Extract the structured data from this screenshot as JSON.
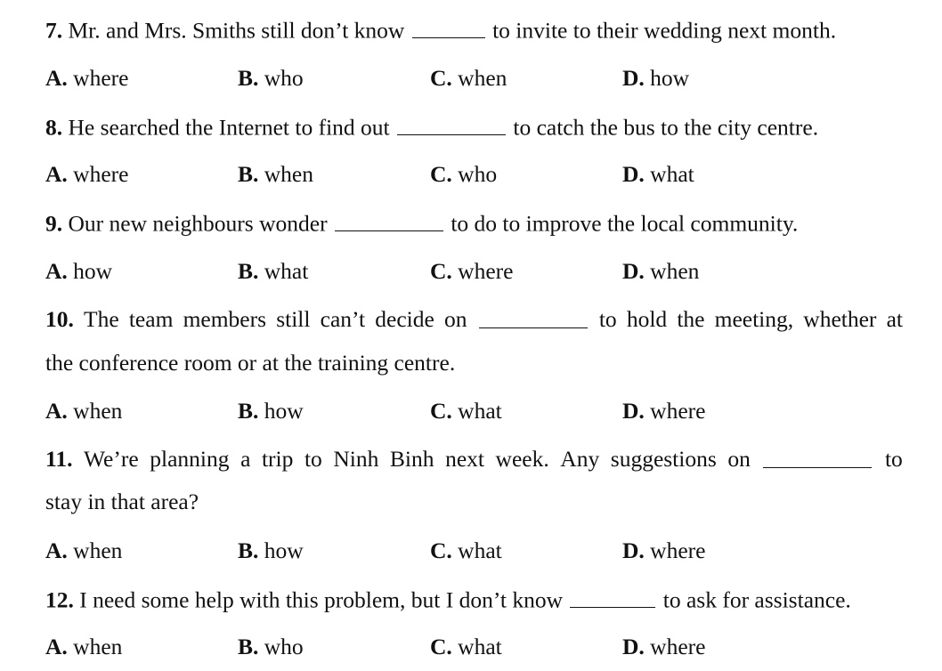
{
  "questions": [
    {
      "number": "7.",
      "before": "Mr. and Mrs. Smiths still don’t know",
      "after": "to invite to their wedding next month.",
      "options": [
        {
          "letter": "A.",
          "text": "where"
        },
        {
          "letter": "B.",
          "text": "who"
        },
        {
          "letter": "C.",
          "text": "when"
        },
        {
          "letter": "D.",
          "text": "how"
        }
      ]
    },
    {
      "number": "8.",
      "before": "He searched the Internet to find out",
      "after": "to catch the bus to the city centre.",
      "options": [
        {
          "letter": "A.",
          "text": "where"
        },
        {
          "letter": "B.",
          "text": "when"
        },
        {
          "letter": "C.",
          "text": "who"
        },
        {
          "letter": "D.",
          "text": "what"
        }
      ]
    },
    {
      "number": "9.",
      "before": "Our new neighbours wonder",
      "after": "to do to improve the local community.",
      "options": [
        {
          "letter": "A.",
          "text": "how"
        },
        {
          "letter": "B.",
          "text": "what"
        },
        {
          "letter": "C.",
          "text": "where"
        },
        {
          "letter": "D.",
          "text": "when"
        }
      ]
    },
    {
      "number": "10.",
      "words_before": [
        "The",
        "team",
        "members",
        "still",
        "can’t",
        "decide",
        "on"
      ],
      "words_after": [
        "to",
        "hold",
        "the",
        "meeting,",
        "whether",
        "at"
      ],
      "continuation": "the conference room or at the training centre.",
      "options": [
        {
          "letter": "A.",
          "text": "when"
        },
        {
          "letter": "B.",
          "text": "how"
        },
        {
          "letter": "C.",
          "text": "what"
        },
        {
          "letter": "D.",
          "text": "where"
        }
      ]
    },
    {
      "number": "11.",
      "words_before": [
        "We’re",
        "planning",
        "a",
        "trip",
        "to",
        "Ninh",
        "Binh",
        "next",
        "week.",
        "Any",
        "suggestions",
        "on"
      ],
      "words_after": [
        "to"
      ],
      "continuation": "stay in that area?",
      "options": [
        {
          "letter": "A.",
          "text": "when"
        },
        {
          "letter": "B.",
          "text": "how"
        },
        {
          "letter": "C.",
          "text": "what"
        },
        {
          "letter": "D.",
          "text": "where"
        }
      ]
    },
    {
      "number": "12.",
      "before": "I need some help with this problem, but I don’t know",
      "after": "to ask for assistance.",
      "options": [
        {
          "letter": "A.",
          "text": "when"
        },
        {
          "letter": "B.",
          "text": "who"
        },
        {
          "letter": "C.",
          "text": "what"
        },
        {
          "letter": "D.",
          "text": "where"
        }
      ]
    }
  ]
}
